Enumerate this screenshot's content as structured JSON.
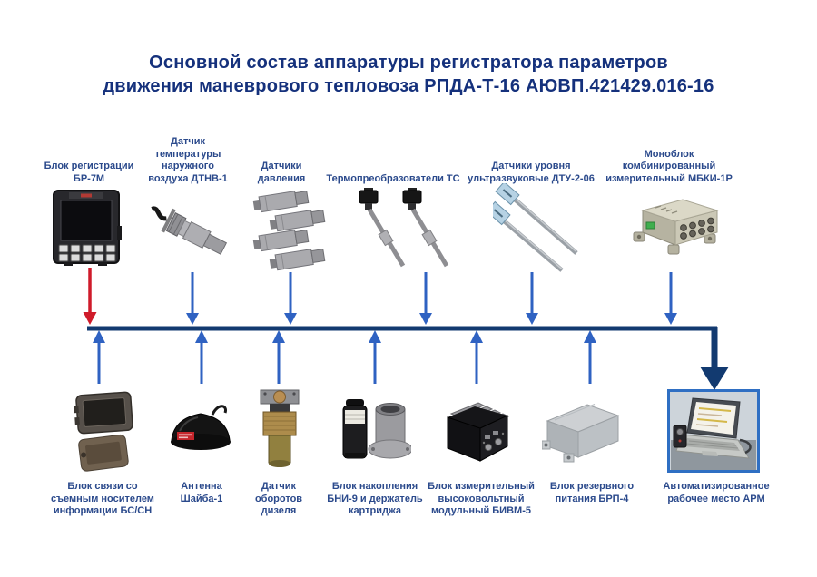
{
  "title": {
    "line1": "Основной состав аппаратуры регистратора параметров",
    "line2": "движения маневрового тепловоза РПДА-Т-16 АЮВП.421429.016-16",
    "full": "Основной состав аппаратуры регистратора параметров\nдвижения маневрового тепловоза РПДА-Т-16 АЮВП.421429.016-16"
  },
  "colors": {
    "title_navy": "#15317c",
    "label_blue": "#2b4a8c",
    "arrow_blue": "#2f62c2",
    "arrow_red": "#cf1b2a",
    "bus_navy": "#123a70",
    "arm_frame_blue": "#2f6fc3"
  },
  "top_devices": [
    {
      "id": "br7m",
      "label": "Блок регистрации\nБР-7М"
    },
    {
      "id": "dtnv1",
      "label": "Датчик\nтемпературы\nнаружного\nвоздуха ДТНВ-1"
    },
    {
      "id": "pressure",
      "label": "Датчики\nдавления"
    },
    {
      "id": "ts",
      "label": "Термопреобразователи ТС"
    },
    {
      "id": "dtu",
      "label": "Датчики уровня\nультразвуковые ДТУ-2-06"
    },
    {
      "id": "mbki",
      "label": "Моноблок\nкомбинированный\nизмерительный МБКИ-1Р"
    }
  ],
  "bottom_devices": [
    {
      "id": "bssn",
      "label": "Блок связи со\nсъемным носителем\nинформации БС/СН"
    },
    {
      "id": "shaiba",
      "label": "Антенна\nШайба-1"
    },
    {
      "id": "oborotov",
      "label": "Датчик\nоборотов\nдизеля"
    },
    {
      "id": "bni9",
      "label": "Блок накопления\nБНИ-9 и держатель\nкартриджа"
    },
    {
      "id": "bivm5",
      "label": "Блок измерительный\nвысоковольтный\nмодульный БИВМ-5"
    },
    {
      "id": "brp4",
      "label": "Блок резервного\nпитания БРП-4"
    },
    {
      "id": "arm",
      "label": "Автоматизированное\nрабочее место АРМ"
    }
  ]
}
